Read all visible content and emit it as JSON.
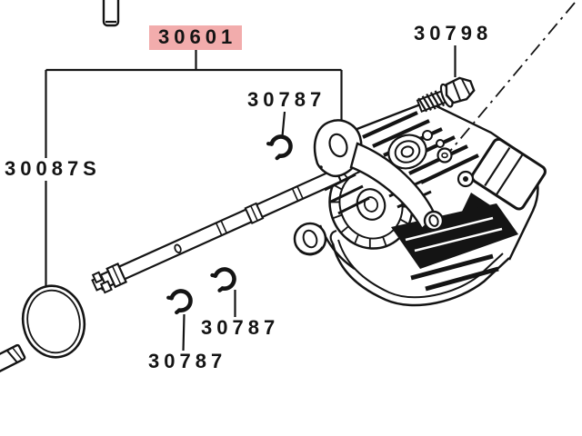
{
  "diagram": {
    "type": "exploded-parts-diagram",
    "labels": {
      "assembly": "30601",
      "oring": "30087S",
      "bolt": "30798",
      "snap_ring_top": "30787",
      "snap_ring_middle": "30787",
      "snap_ring_bottom": "30787"
    },
    "highlighted_part": "30601",
    "colors": {
      "highlight": "#f2acac",
      "line": "#141414",
      "background": "#ffffff"
    }
  }
}
